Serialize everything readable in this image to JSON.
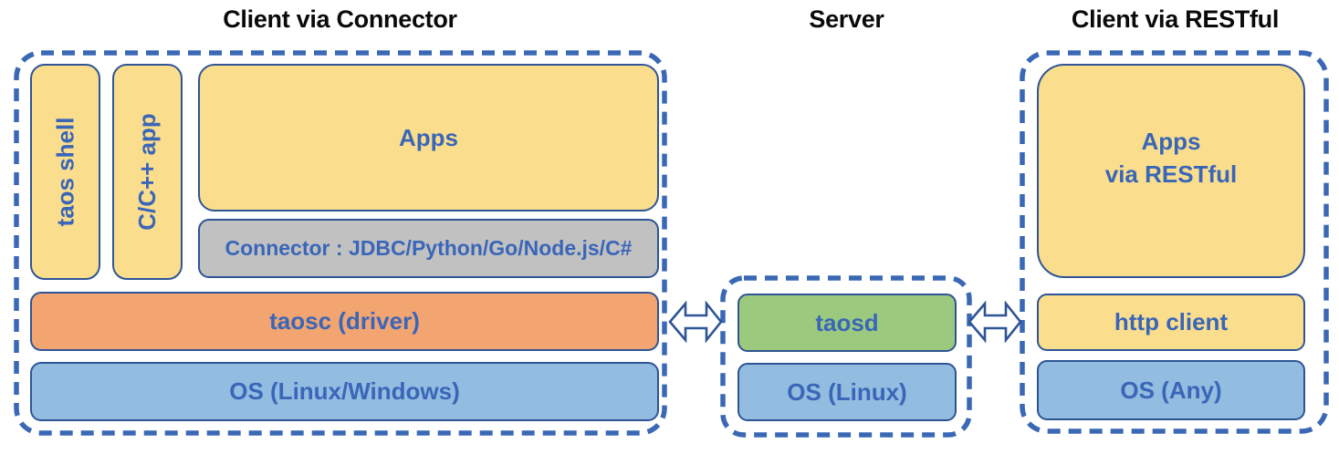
{
  "colors": {
    "dashed_border": "#3A68B5",
    "box_border": "#2F5496",
    "label_text": "#3A66B8",
    "title_text": "#0A0A0A",
    "yellow_fill": "#FBDE8D",
    "orange_fill": "#F2A471",
    "blue_fill": "#92BCE0",
    "green_fill": "#9BCA7E",
    "gray_fill": "#C1C1C1",
    "background": "#FFFFFF"
  },
  "sections": {
    "client_connector": {
      "title": "Client via Connector",
      "taos_shell": "taos shell",
      "cpp_app": "C/C++ app",
      "apps": "Apps",
      "connector": "Connector : JDBC/Python/Go/Node.js/C#",
      "taosc": "taosc (driver)",
      "os": "OS (Linux/Windows)"
    },
    "server": {
      "title": "Server",
      "taosd": "taosd",
      "os": "OS (Linux)"
    },
    "client_restful": {
      "title": "Client via RESTful",
      "apps_line1": "Apps",
      "apps_line2": "via RESTful",
      "http_client": "http client",
      "os": "OS (Any)"
    }
  },
  "icons": {
    "left_arrow": "bidirectional-arrow",
    "right_arrow": "bidirectional-arrow"
  }
}
